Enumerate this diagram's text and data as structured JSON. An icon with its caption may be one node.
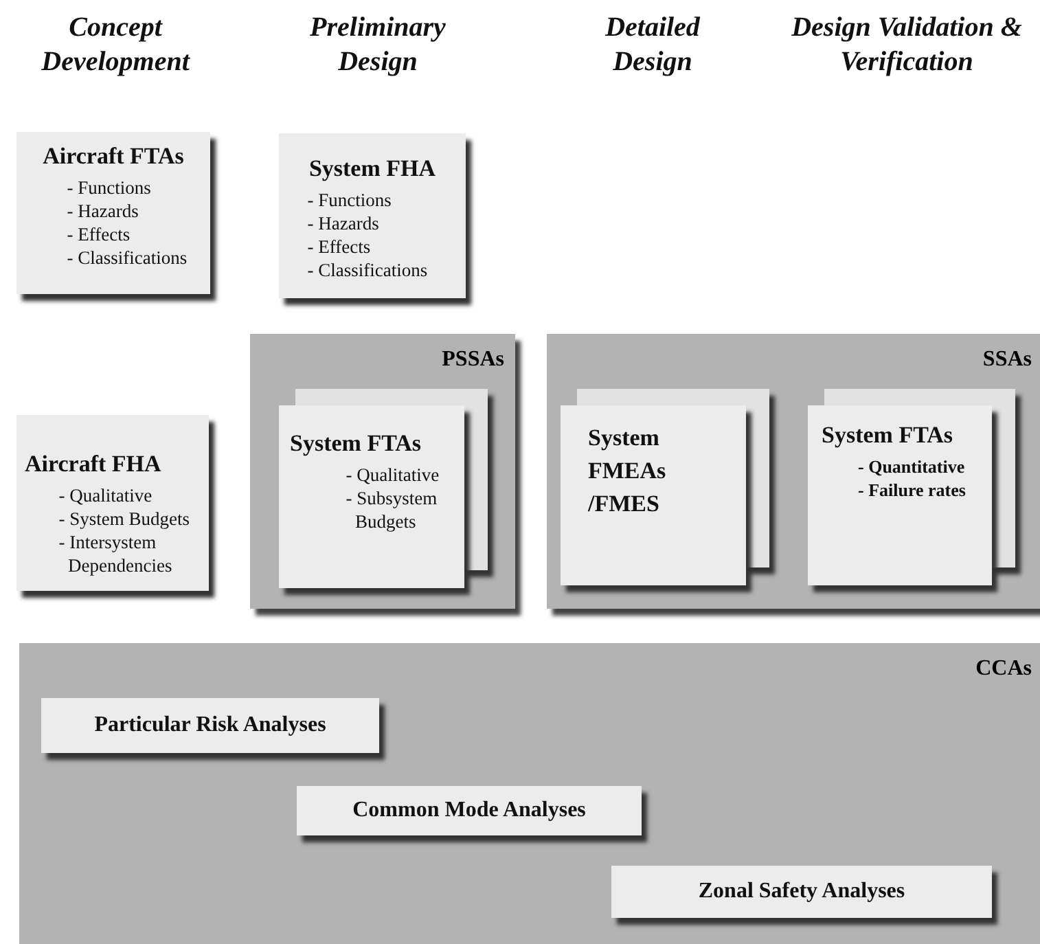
{
  "diagram": {
    "nodes": [
      {
        "text": [
          "Aircraft FTAs",
          "- Functions",
          "- Hazards",
          "- Effects",
          "- Classifications"
        ]
      },
      {
        "text": [
          "System FHA",
          "- Functions",
          "- Hazards",
          "- Effects",
          "- Classifications"
        ]
      },
      {
        "text": [
          "Aircraft FHA",
          "- Qualitative",
          "- System Budgets",
          "- Intersystem Dependencies"
        ]
      },
      {
        "text": [
          "PSSAs"
        ]
      },
      {
        "text": [
          "System FTAs",
          "- Qualitative",
          "- Subsystem Budgets"
        ],
        "in": 3
      },
      {
        "text": [
          "SSAs"
        ]
      },
      {
        "text": [
          "System FMEAs /FMES"
        ],
        "in": 5
      },
      {
        "text": [
          "System FTAs",
          "- Quantitative",
          "- Failure rates"
        ],
        "in": 5
      },
      {
        "text": [
          "CCAs"
        ]
      },
      {
        "text": [
          "Particular Risk Analyses"
        ],
        "in": 8
      },
      {
        "text": [
          "Common Mode Analyses"
        ],
        "in": 8
      },
      {
        "text": [
          "Zonal Safety Analyses"
        ],
        "in": 8
      }
    ],
    "edges": [],
    "labels": [
      "Concept Development",
      "Preliminary Design",
      "Detailed Design",
      "Design Validation & Verification"
    ]
  }
}
